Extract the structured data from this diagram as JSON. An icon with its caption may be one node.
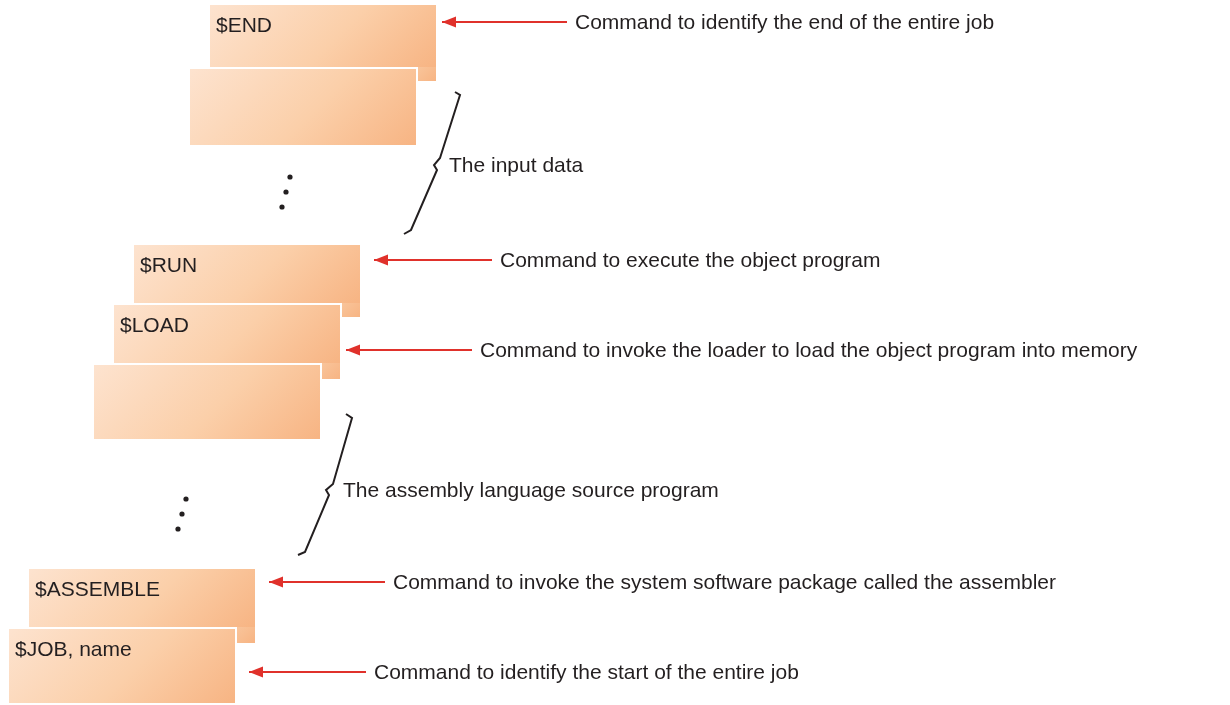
{
  "diagram": {
    "nodes": [
      {
        "text": [
          "$END"
        ]
      },
      {
        "text": [],
        "shape": "box"
      },
      {
        "text": [
          "$RUN"
        ]
      },
      {
        "text": [
          "$LOAD"
        ]
      },
      {
        "text": [],
        "shape": "box"
      },
      {
        "text": [
          "$ASSEMBLE"
        ]
      },
      {
        "text": [
          "$JOB, name"
        ]
      },
      {
        "text": [
          "Command to identify the end of the entire job"
        ]
      },
      {
        "text": [
          "Command to execute the object program"
        ]
      },
      {
        "text": [
          "Command to invoke the loader to load the object program into memory"
        ]
      },
      {
        "text": [
          "Command to invoke the system software package called the assembler"
        ]
      },
      {
        "text": [
          "Command to identify the start of the entire job"
        ]
      }
    ],
    "edges": [
      {
        "from": 7,
        "to": 0,
        "arrow": "to"
      },
      {
        "from": 8,
        "to": 2,
        "arrow": "to"
      },
      {
        "from": 9,
        "to": 3,
        "arrow": "to"
      },
      {
        "from": 10,
        "to": 5,
        "arrow": "to"
      },
      {
        "from": 11,
        "to": 6,
        "arrow": "to"
      }
    ],
    "labels": [
      "The input data",
      "The assembly language source program"
    ]
  }
}
